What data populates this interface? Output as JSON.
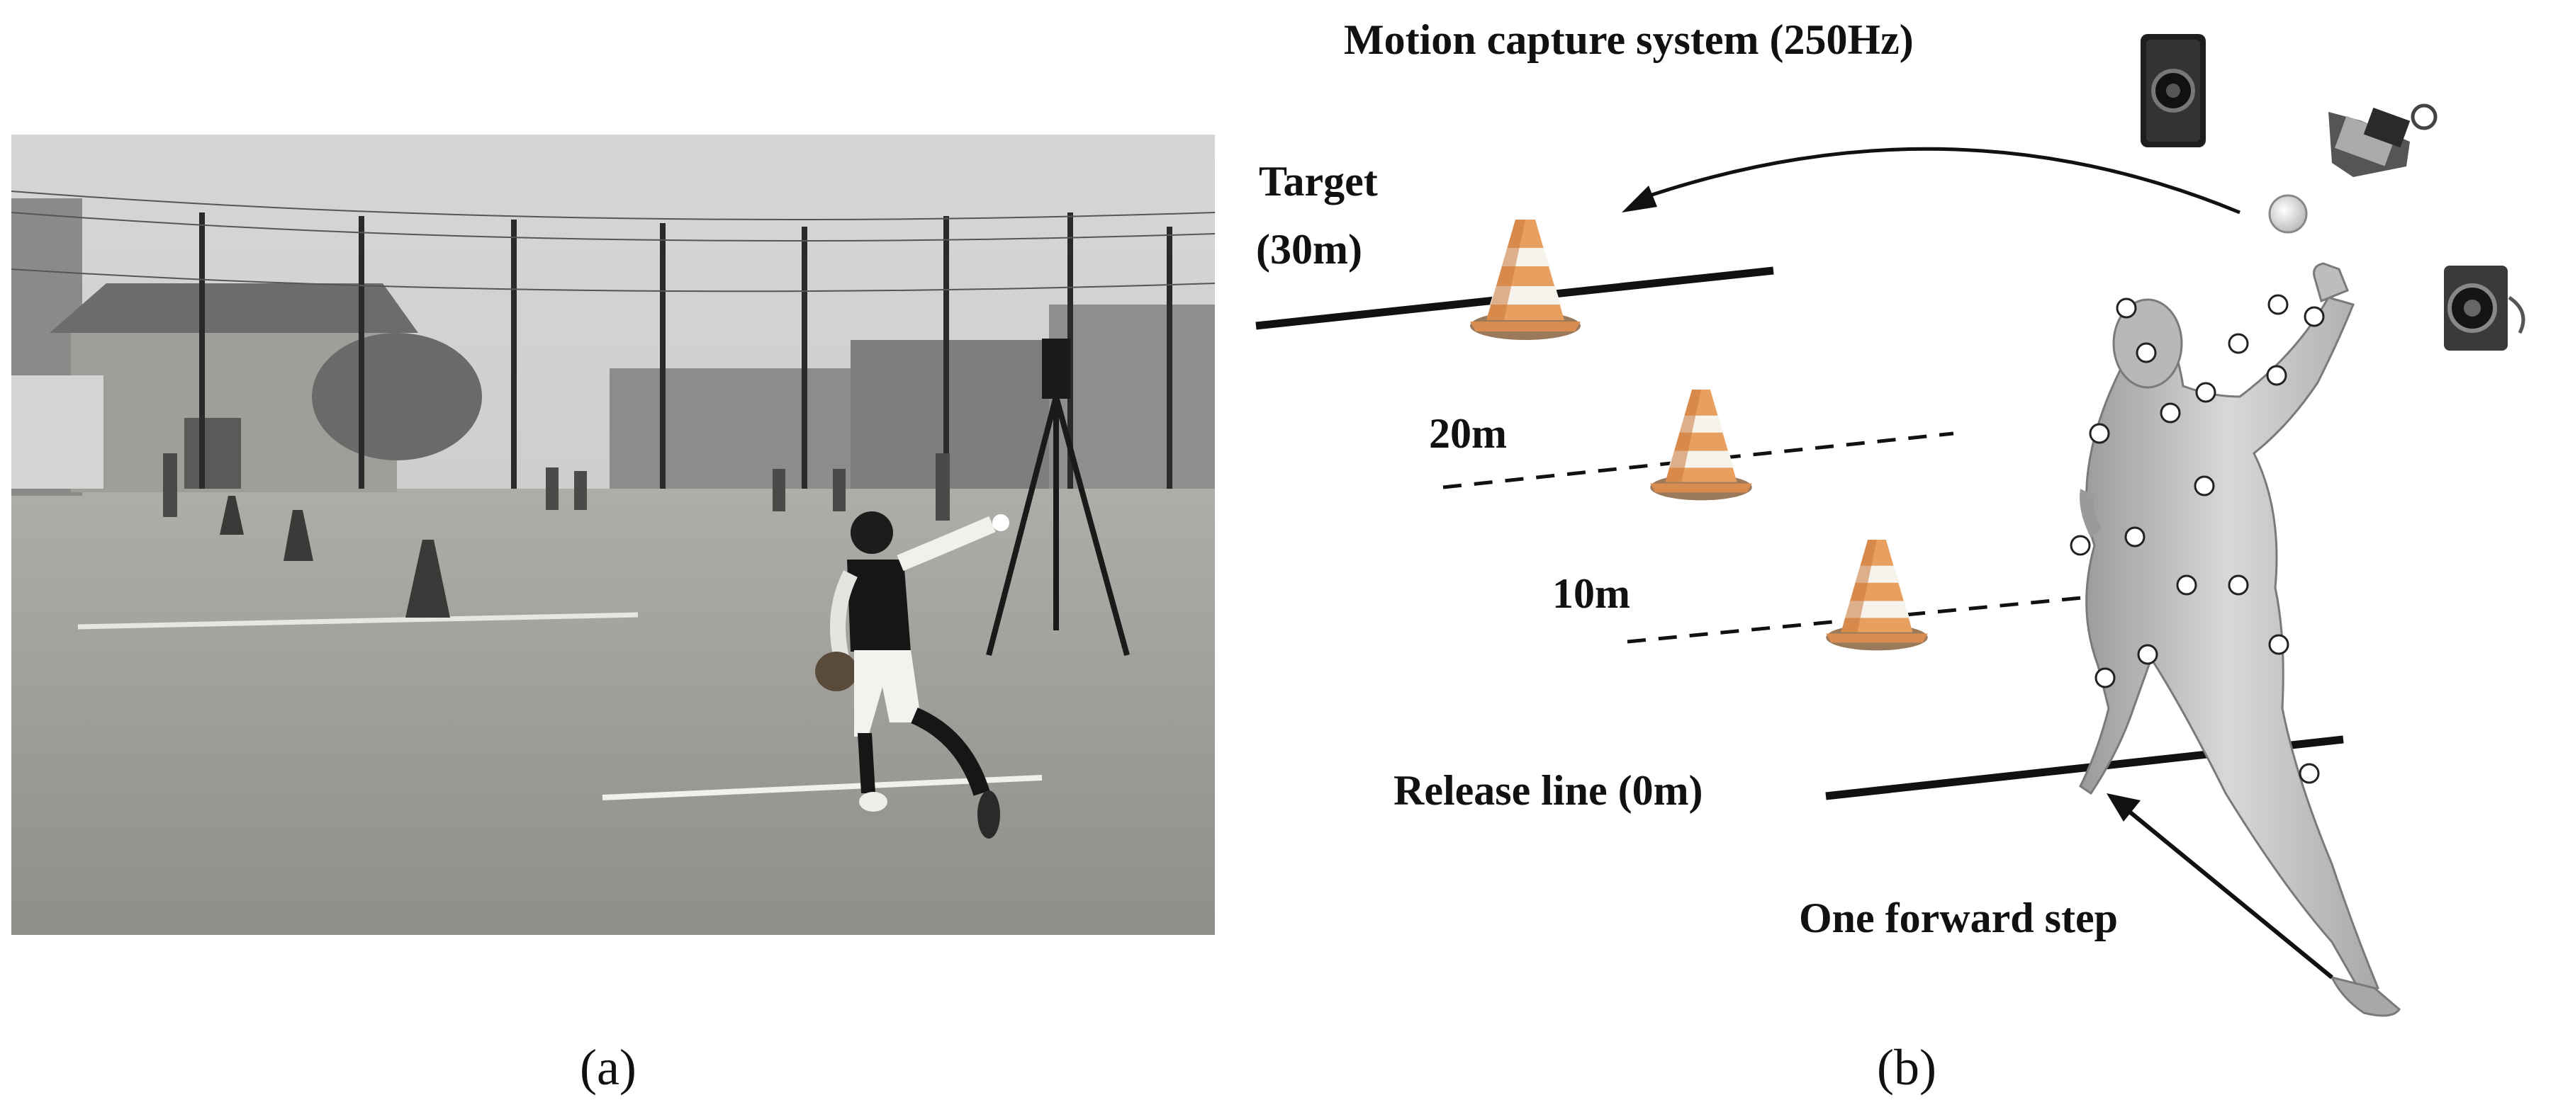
{
  "panel_a": {
    "caption": "(a)"
  },
  "panel_b": {
    "caption": "(b)",
    "motion_capture_label": "Motion capture system (250Hz)",
    "target_label_line1": "Target",
    "target_label_line2": "(30m)",
    "dist_20_label": "20m",
    "dist_10_label": "10m",
    "release_line_label": "Release line (0m)",
    "forward_step_label": "One forward step"
  },
  "colors": {
    "ink": "#111111",
    "cone_orange": "#e8a060",
    "cone_stripe": "#f6f2ec",
    "photo_ground": "#a09f98",
    "photo_sky": "#d8d8d6"
  },
  "icons": [
    "camera-icon",
    "traffic-cone-icon",
    "baseball-icon",
    "marker-icon"
  ]
}
